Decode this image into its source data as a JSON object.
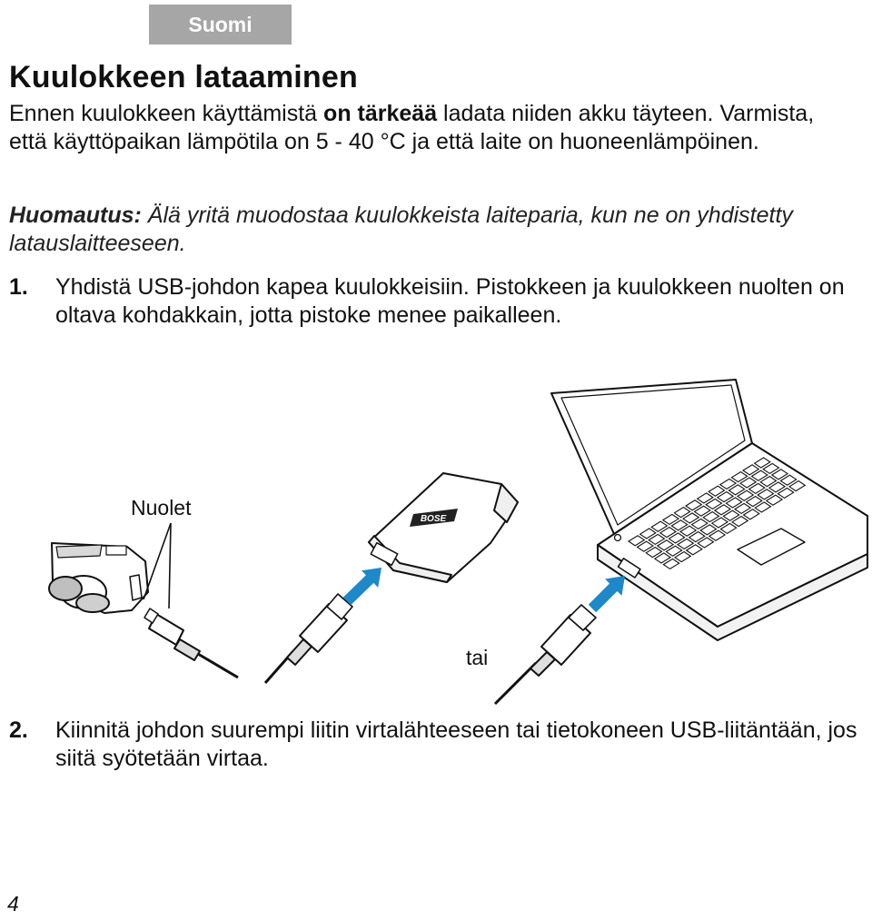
{
  "language_tab": "Suomi",
  "title": "Kuulokkeen lataaminen",
  "intro": {
    "before_bold": "Ennen kuulokkeen käyttämistä ",
    "bold": "on tärkeää",
    "after_bold": " ladata niiden akku täyteen. Varmista, että käyttöpaikan lämpötila on 5 - 40 °C ja että laite on huoneenlämpöinen."
  },
  "note": {
    "label": "Huomautus:",
    "text": " Älä yritä muodostaa kuulokkeista laiteparia, kun ne on yhdistetty latauslaitteeseen."
  },
  "steps": [
    {
      "number": "1.",
      "text": "Yhdistä USB-johdon kapea kuulokkeisiin. Pistokkeen ja kuulokkeen nuolten on oltava kohdakkain, jotta pistoke menee paikalleen."
    },
    {
      "number": "2.",
      "text": "Kiinnitä johdon suurempi liitin virtalähteeseen tai tietokoneen USB-liitäntään, jos siitä syötetään virtaa."
    }
  ],
  "figure": {
    "arrows_label": "Nuolet",
    "or_label": "tai",
    "charger_brand": "BOSE",
    "arrow_color": "#1e88c8"
  },
  "page_number": "4"
}
